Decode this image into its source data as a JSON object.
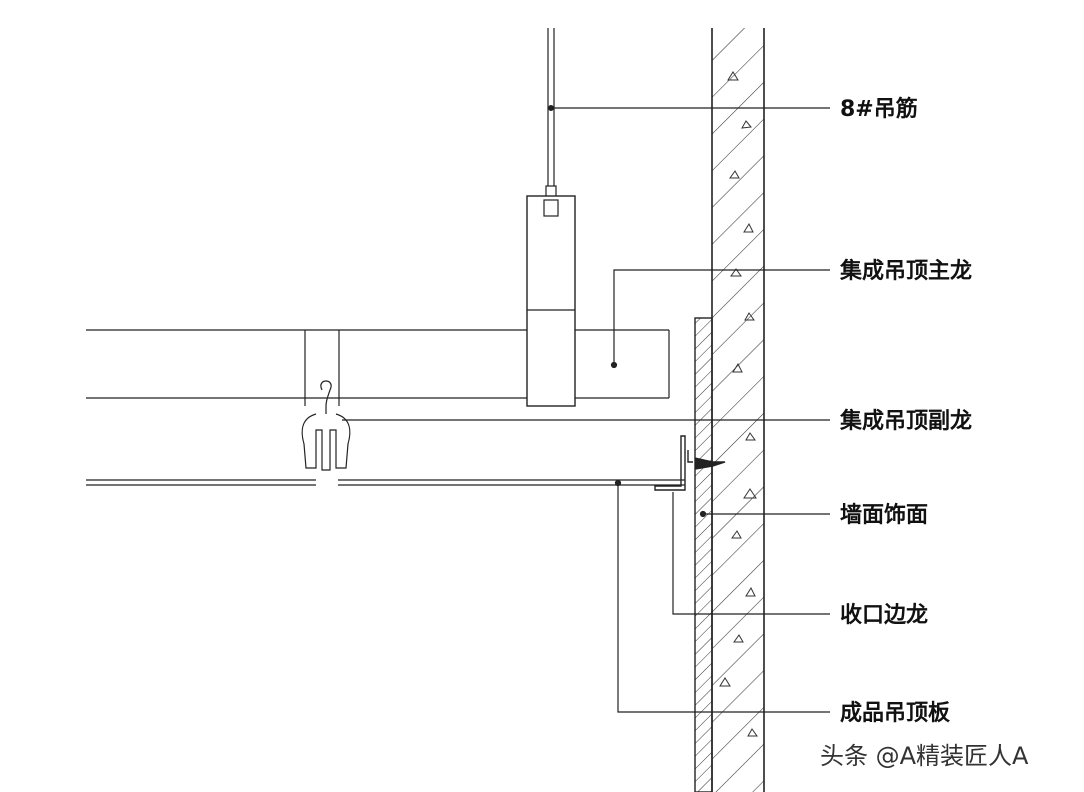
{
  "labels": {
    "hanger_rod": "8#吊筋",
    "main_keel": "集成吊顶主龙",
    "sub_keel": "集成吊顶副龙",
    "wall_finish": "墙面饰面",
    "edge_trim": "收口边龙",
    "ceiling_panel": "成品吊顶板"
  },
  "watermark": "头条 @A精装匠人A",
  "colors": {
    "line": "#222222",
    "background": "#ffffff"
  }
}
